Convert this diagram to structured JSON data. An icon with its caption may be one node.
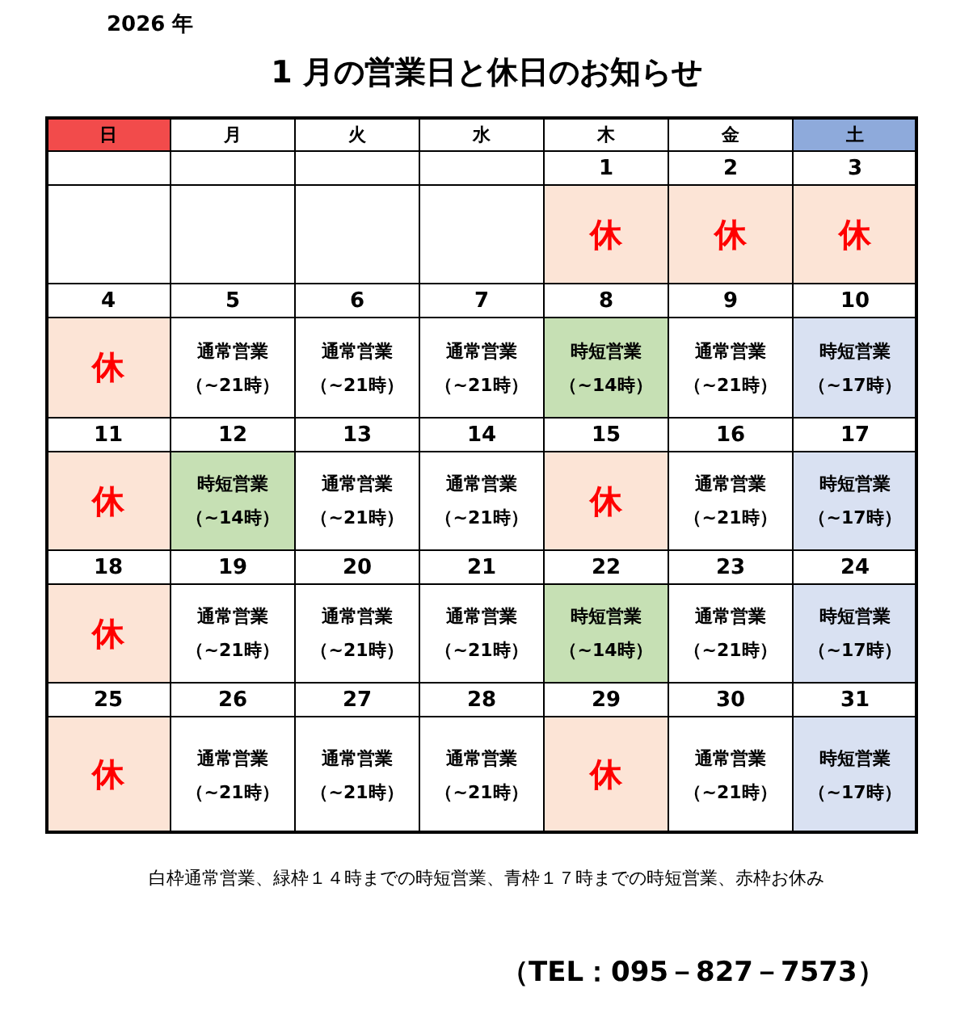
{
  "diagram": {
    "title": "1 月の営業日と休日のお知らせ",
    "labels": [
      "2026 年",
      "日",
      "月",
      "火",
      "水",
      "木",
      "金",
      "土",
      "1",
      "2",
      "3",
      "休",
      "休",
      "休",
      "4",
      "5",
      "6",
      "7",
      "8",
      "9",
      "10",
      "休",
      "通常営業",
      "（~21時）",
      "通常営業",
      "（~21時）",
      "通常営業",
      "（~21時）",
      "時短営業",
      "（~14時）",
      "通常営業",
      "（~21時）",
      "時短営業",
      "（~17時）",
      "11",
      "12",
      "13",
      "14",
      "15",
      "16",
      "17",
      "休",
      "時短営業",
      "（~14時）",
      "通常営業",
      "（~21時）",
      "通常営業",
      "（~21時）",
      "休",
      "通常営業",
      "（~21時）",
      "時短営業",
      "（~17時）",
      "18",
      "19",
      "20",
      "21",
      "22",
      "23",
      "24",
      "休",
      "通常営業",
      "（~21時）",
      "通常営業",
      "（~21時）",
      "通常営業",
      "（~21時）",
      "時短営業",
      "（~14時）",
      "通常営業",
      "（~21時）",
      "時短営業",
      "（~17時）",
      "25",
      "26",
      "27",
      "28",
      "29",
      "30",
      "31",
      "休",
      "通常営業",
      "（~21時）",
      "通常営業",
      "（~21時）",
      "通常営業",
      "（~21時）",
      "休",
      "通常営業",
      "（~21時）",
      "時短営業",
      "（~17時）",
      "白枠通常営業、緑枠１４時までの時短営業、青枠１７時までの時短営業、赤枠お休み",
      "（TEL：095－827－7573）"
    ]
  }
}
